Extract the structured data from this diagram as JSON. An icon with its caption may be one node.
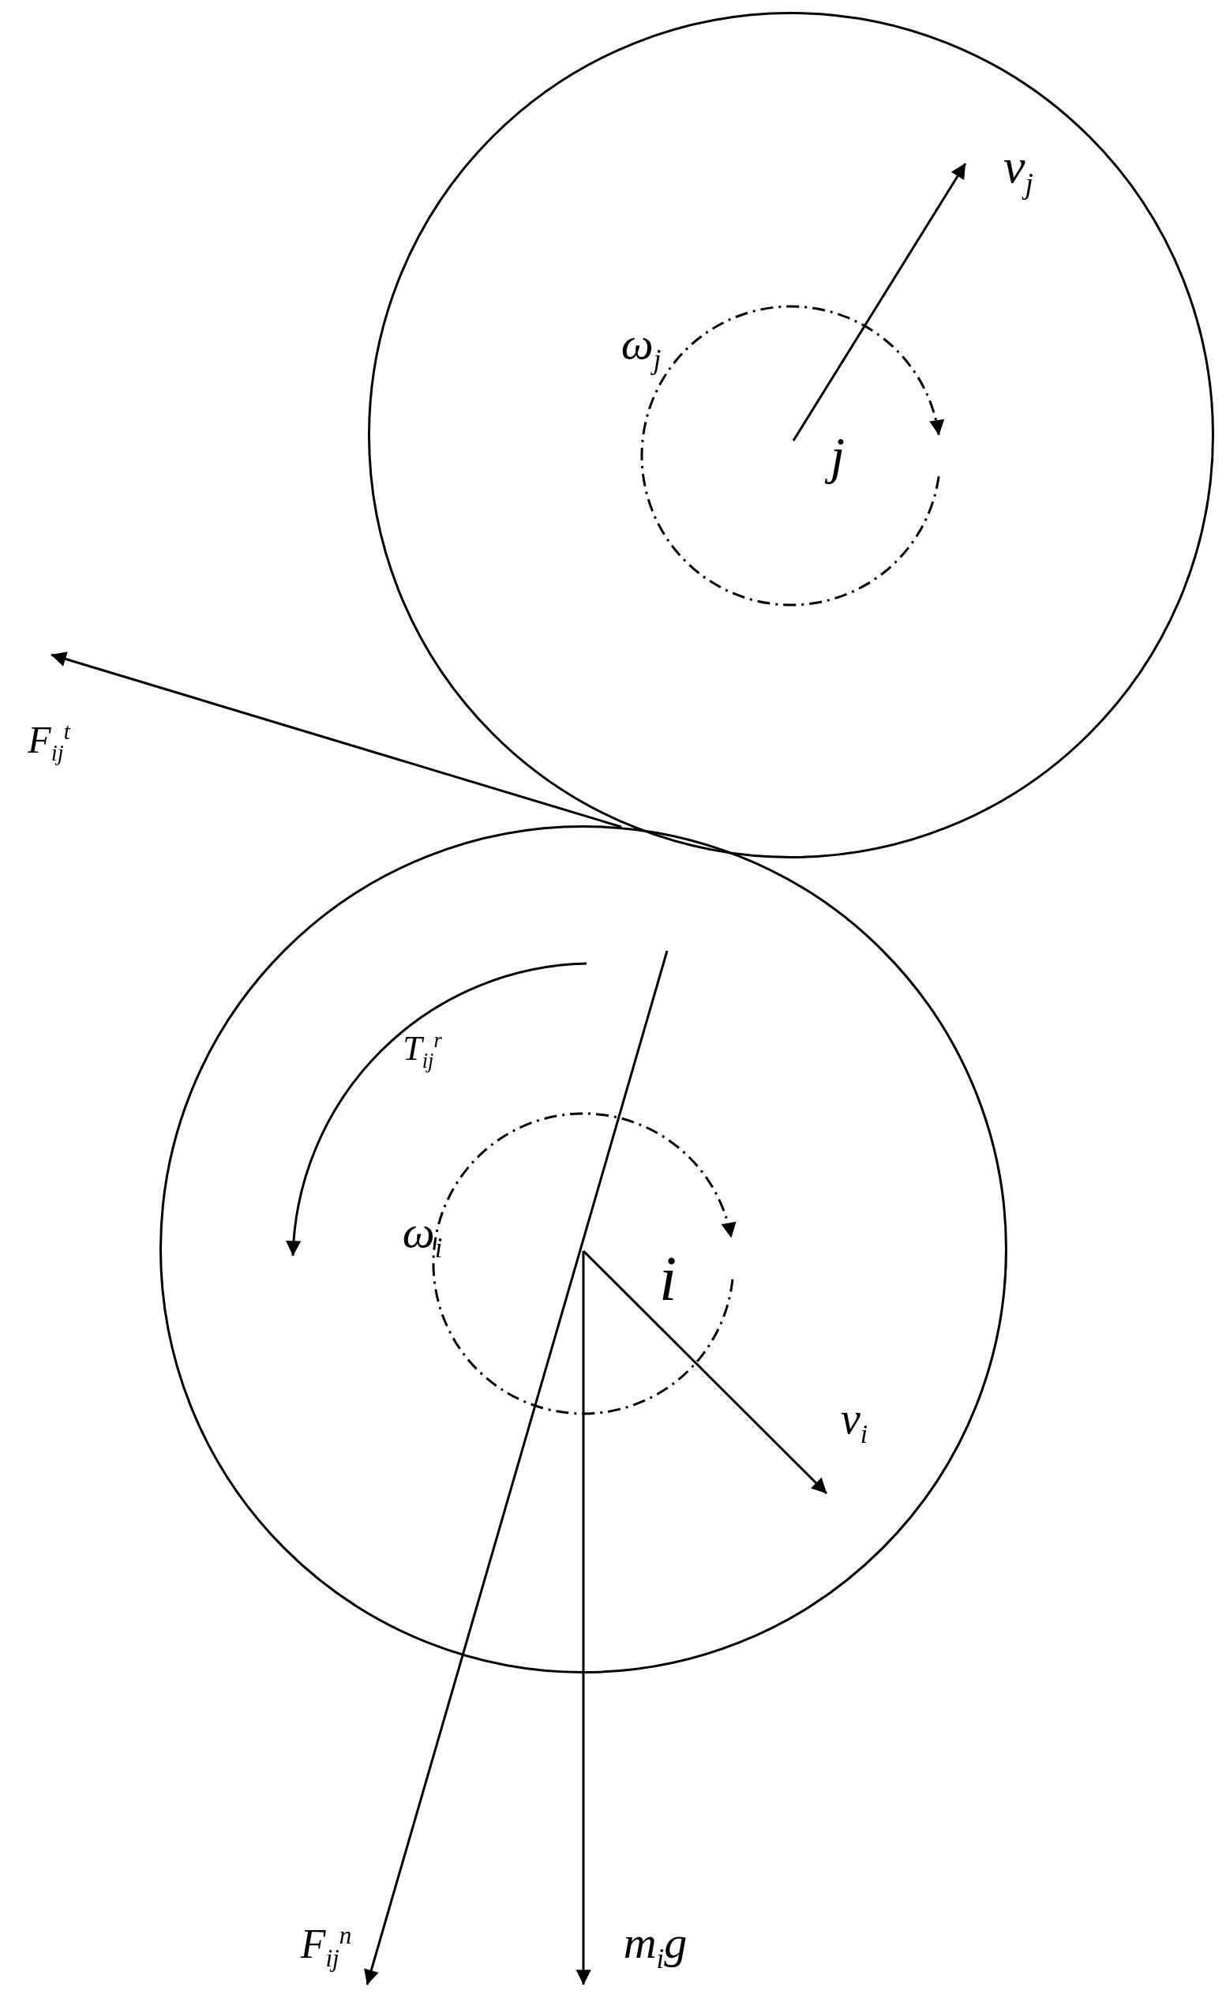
{
  "diagram": {
    "nodes": [
      {
        "text": [
          "j"
        ]
      },
      {
        "text": [
          "i"
        ]
      }
    ],
    "labels": [
      "v$_{j}$",
      "ω$_{j}$",
      "F$_{ij}$$^{t}$",
      "T$_{ij}$$^{r}$",
      "ω$_{i}$",
      "v$_{i}$",
      "F$_{ij}$$^{n}$",
      "m$_{i}$g"
    ]
  }
}
